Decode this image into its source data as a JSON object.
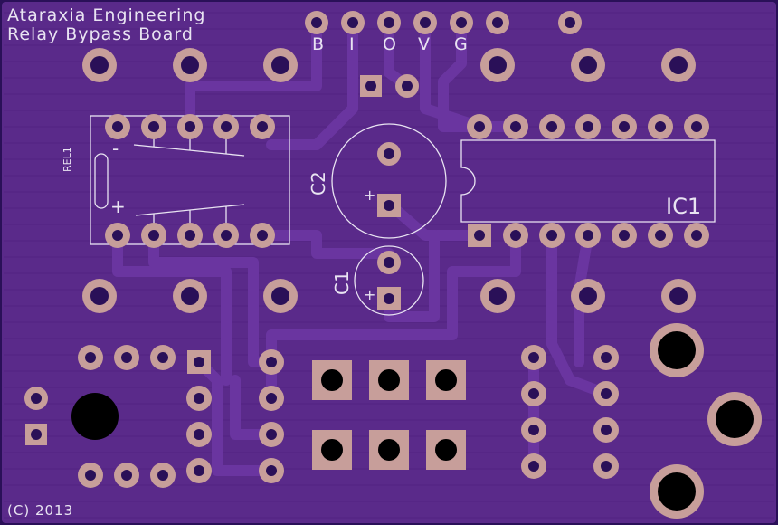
{
  "board": {
    "title_line1": "Ataraxia Engineering",
    "title_line2": "Relay Bypass Board",
    "copyright": "(C) 2013"
  },
  "header_pins": [
    "B",
    "I",
    "O",
    "V",
    "G"
  ],
  "components": {
    "relay": {
      "ref": "REL1",
      "minus": "-",
      "plus": "+"
    },
    "c2": {
      "ref": "C2",
      "polarity": "+"
    },
    "c1": {
      "ref": "C1",
      "polarity": "+"
    },
    "ic1": {
      "ref": "IC1"
    }
  },
  "colors": {
    "board": "#5a2a8a",
    "copper_fill": "#4b1f7a",
    "trace": "#6a35a0",
    "pad": "#c79e9a",
    "pad_hole": "#2a1058",
    "silkscreen": "#e9e4f2"
  }
}
